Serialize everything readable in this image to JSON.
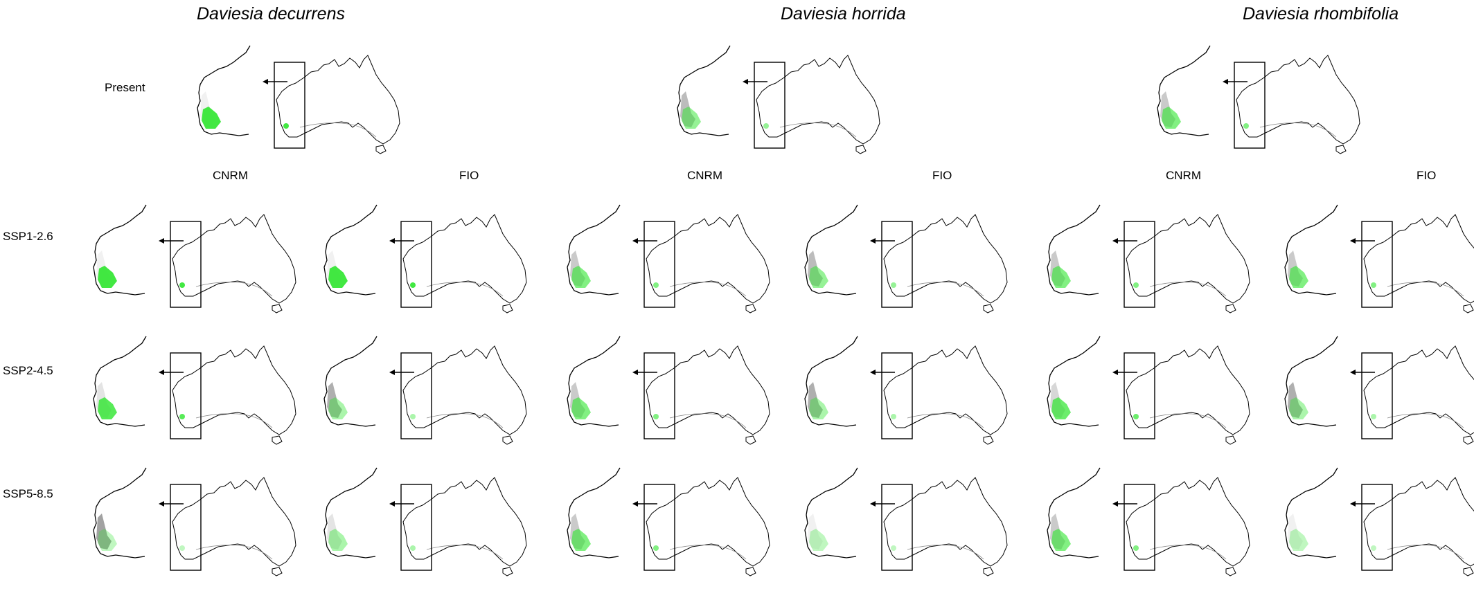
{
  "species": [
    "Daviesia decurrens",
    "Daviesia horrida",
    "Daviesia rhombifolia"
  ],
  "models": [
    "CNRM",
    "FIO"
  ],
  "scenarios": [
    "Present",
    "SSP1-2.6",
    "SSP2-4.5",
    "SSP5-8.5"
  ],
  "colors": {
    "suitable": "#2ee62e",
    "unsuitable_range": "#7a7a7a",
    "outline": "#000000"
  },
  "panels": [
    {
      "species": 0,
      "scenario": 0,
      "model": null,
      "green": 0.9,
      "gray": 0.1
    },
    {
      "species": 1,
      "scenario": 0,
      "model": null,
      "green": 0.5,
      "gray": 0.5
    },
    {
      "species": 2,
      "scenario": 0,
      "model": null,
      "green": 0.6,
      "gray": 0.4
    },
    {
      "species": 0,
      "scenario": 1,
      "model": 0,
      "green": 0.9,
      "gray": 0.1
    },
    {
      "species": 0,
      "scenario": 1,
      "model": 1,
      "green": 0.9,
      "gray": 0.1
    },
    {
      "species": 1,
      "scenario": 1,
      "model": 0,
      "green": 0.6,
      "gray": 0.4
    },
    {
      "species": 1,
      "scenario": 1,
      "model": 1,
      "green": 0.5,
      "gray": 0.5
    },
    {
      "species": 2,
      "scenario": 1,
      "model": 0,
      "green": 0.6,
      "gray": 0.4
    },
    {
      "species": 2,
      "scenario": 1,
      "model": 1,
      "green": 0.6,
      "gray": 0.4
    },
    {
      "species": 0,
      "scenario": 2,
      "model": 0,
      "green": 0.8,
      "gray": 0.2
    },
    {
      "species": 0,
      "scenario": 2,
      "model": 1,
      "green": 0.4,
      "gray": 0.6
    },
    {
      "species": 1,
      "scenario": 2,
      "model": 0,
      "green": 0.6,
      "gray": 0.4
    },
    {
      "species": 1,
      "scenario": 2,
      "model": 1,
      "green": 0.4,
      "gray": 0.6
    },
    {
      "species": 2,
      "scenario": 2,
      "model": 0,
      "green": 0.7,
      "gray": 0.3
    },
    {
      "species": 2,
      "scenario": 2,
      "model": 1,
      "green": 0.4,
      "gray": 0.6
    },
    {
      "species": 0,
      "scenario": 3,
      "model": 0,
      "green": 0.3,
      "gray": 0.7
    },
    {
      "species": 0,
      "scenario": 3,
      "model": 1,
      "green": 0.4,
      "gray": 0.2
    },
    {
      "species": 1,
      "scenario": 3,
      "model": 0,
      "green": 0.6,
      "gray": 0.4
    },
    {
      "species": 1,
      "scenario": 3,
      "model": 1,
      "green": 0.3,
      "gray": 0.1
    },
    {
      "species": 2,
      "scenario": 3,
      "model": 0,
      "green": 0.6,
      "gray": 0.4
    },
    {
      "species": 2,
      "scenario": 3,
      "model": 1,
      "green": 0.3,
      "gray": 0.1
    }
  ]
}
